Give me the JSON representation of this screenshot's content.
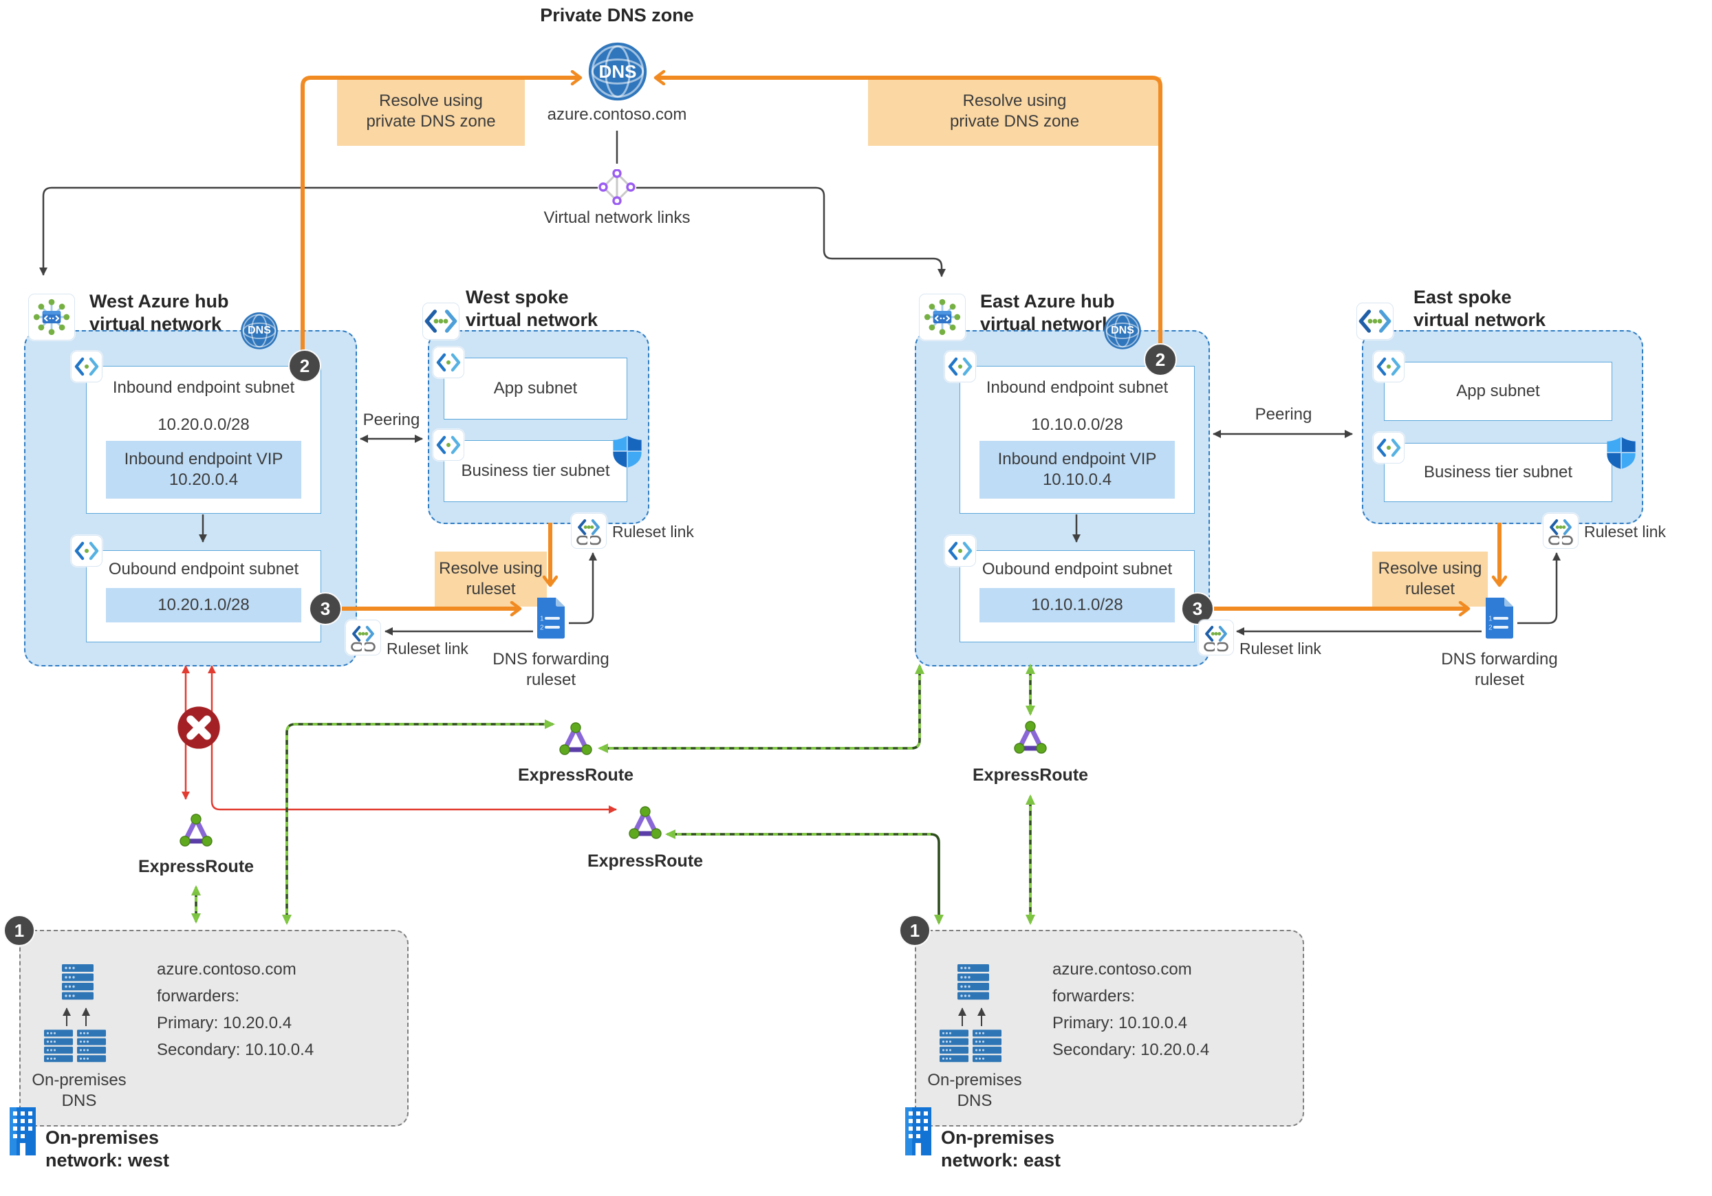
{
  "header": {
    "private_dns_zone_title": "Private DNS zone",
    "dns": "DNS",
    "domain": "azure.contoso.com",
    "virtual_network_links": "Virtual network links",
    "resolve_private": "Resolve using\nprivate DNS zone"
  },
  "labels": {
    "peering": "Peering",
    "app_subnet": "App subnet",
    "business_tier_subnet": "Business tier subnet",
    "ruleset_link": "Ruleset link",
    "resolve_ruleset": "Resolve using\nruleset",
    "dns_forwarding_ruleset": "DNS forwarding\nruleset",
    "expressroute": "ExpressRoute"
  },
  "steps": {
    "one": "1",
    "two": "2",
    "three": "3"
  },
  "west_hub": {
    "title": "West Azure hub\nvirtual network",
    "inbound_label": "Inbound endpoint subnet",
    "inbound_cidr": "10.20.0.0/28",
    "vip_label": "Inbound endpoint VIP",
    "vip_ip": "10.20.0.4",
    "outbound_label": "Oubound endpoint subnet",
    "outbound_cidr": "10.20.1.0/28"
  },
  "east_hub": {
    "title": "East Azure hub\nvirtual network",
    "inbound_label": "Inbound endpoint subnet",
    "inbound_cidr": "10.10.0.0/28",
    "vip_label": "Inbound endpoint VIP",
    "vip_ip": "10.10.0.4",
    "outbound_label": "Oubound endpoint subnet",
    "outbound_cidr": "10.10.1.0/28"
  },
  "west_spoke": {
    "title": "West spoke\nvirtual network"
  },
  "east_spoke": {
    "title": "East spoke\nvirtual network"
  },
  "onprem_west": {
    "forwarders": "azure.contoso.com\nforwarders:\nPrimary: 10.20.0.4\nSecondary: 10.10.0.4",
    "dns_label": "On-premises\nDNS",
    "network_label": "On-premises\nnetwork: west"
  },
  "onprem_east": {
    "forwarders": "azure.contoso.com\nforwarders:\nPrimary: 10.10.0.4\nSecondary: 10.20.0.4",
    "dns_label": "On-premises\nDNS",
    "network_label": "On-premises\nnetwork: east"
  },
  "colors": {
    "orange": "#f18a21",
    "orange_fill": "#fad7a3",
    "green": "#7dc242",
    "red": "#e23b30",
    "dark_red": "#a32024",
    "vnet_fill": "#cde4f6",
    "vnet_border": "#2f7cc3",
    "badge": "#474747",
    "dns_blue": "#2f76bc",
    "doc_blue": "#2e7cd6"
  }
}
